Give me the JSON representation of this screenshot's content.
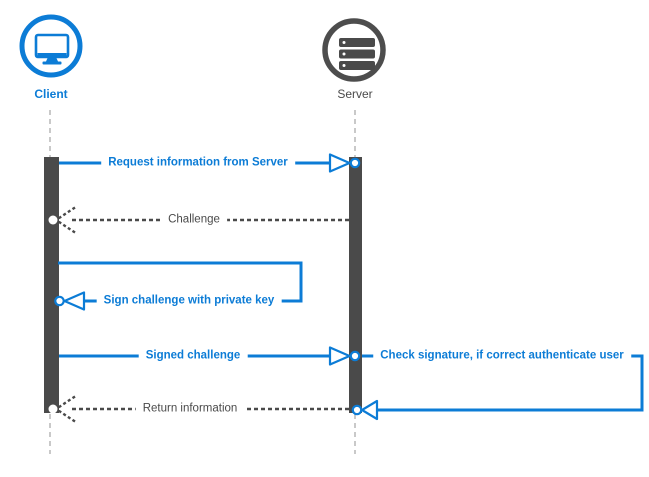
{
  "actors": [
    {
      "name": "Client",
      "icon": "monitor-icon",
      "color": "#0c7cd6"
    },
    {
      "name": "Server",
      "icon": "server-stack-icon",
      "color": "#4a4a4a"
    }
  ],
  "messages": [
    {
      "label": "Request information from Server",
      "from": "Client",
      "to": "Server",
      "line": "solid",
      "color": "#0c7cd6"
    },
    {
      "label": "Challenge",
      "from": "Server",
      "to": "Client",
      "line": "dashed",
      "color": "#4a4a4a"
    },
    {
      "label": "Sign challenge with private key",
      "from": "Client",
      "to": "Client",
      "line": "solid",
      "color": "#0c7cd6"
    },
    {
      "label": "Signed challenge",
      "from": "Client",
      "to": "Server",
      "line": "solid",
      "color": "#0c7cd6"
    },
    {
      "label": "Check signature, if correct authenticate user",
      "from": "Server",
      "to": "Server",
      "line": "solid",
      "color": "#0c7cd6"
    },
    {
      "label": "Return information",
      "from": "Server",
      "to": "Client",
      "line": "dashed",
      "color": "#4a4a4a"
    }
  ],
  "colors": {
    "accent_blue": "#0c7cd6",
    "dark_gray": "#4a4a4a",
    "lifeline_gray": "#c9c9c9",
    "background": "#ffffff"
  }
}
